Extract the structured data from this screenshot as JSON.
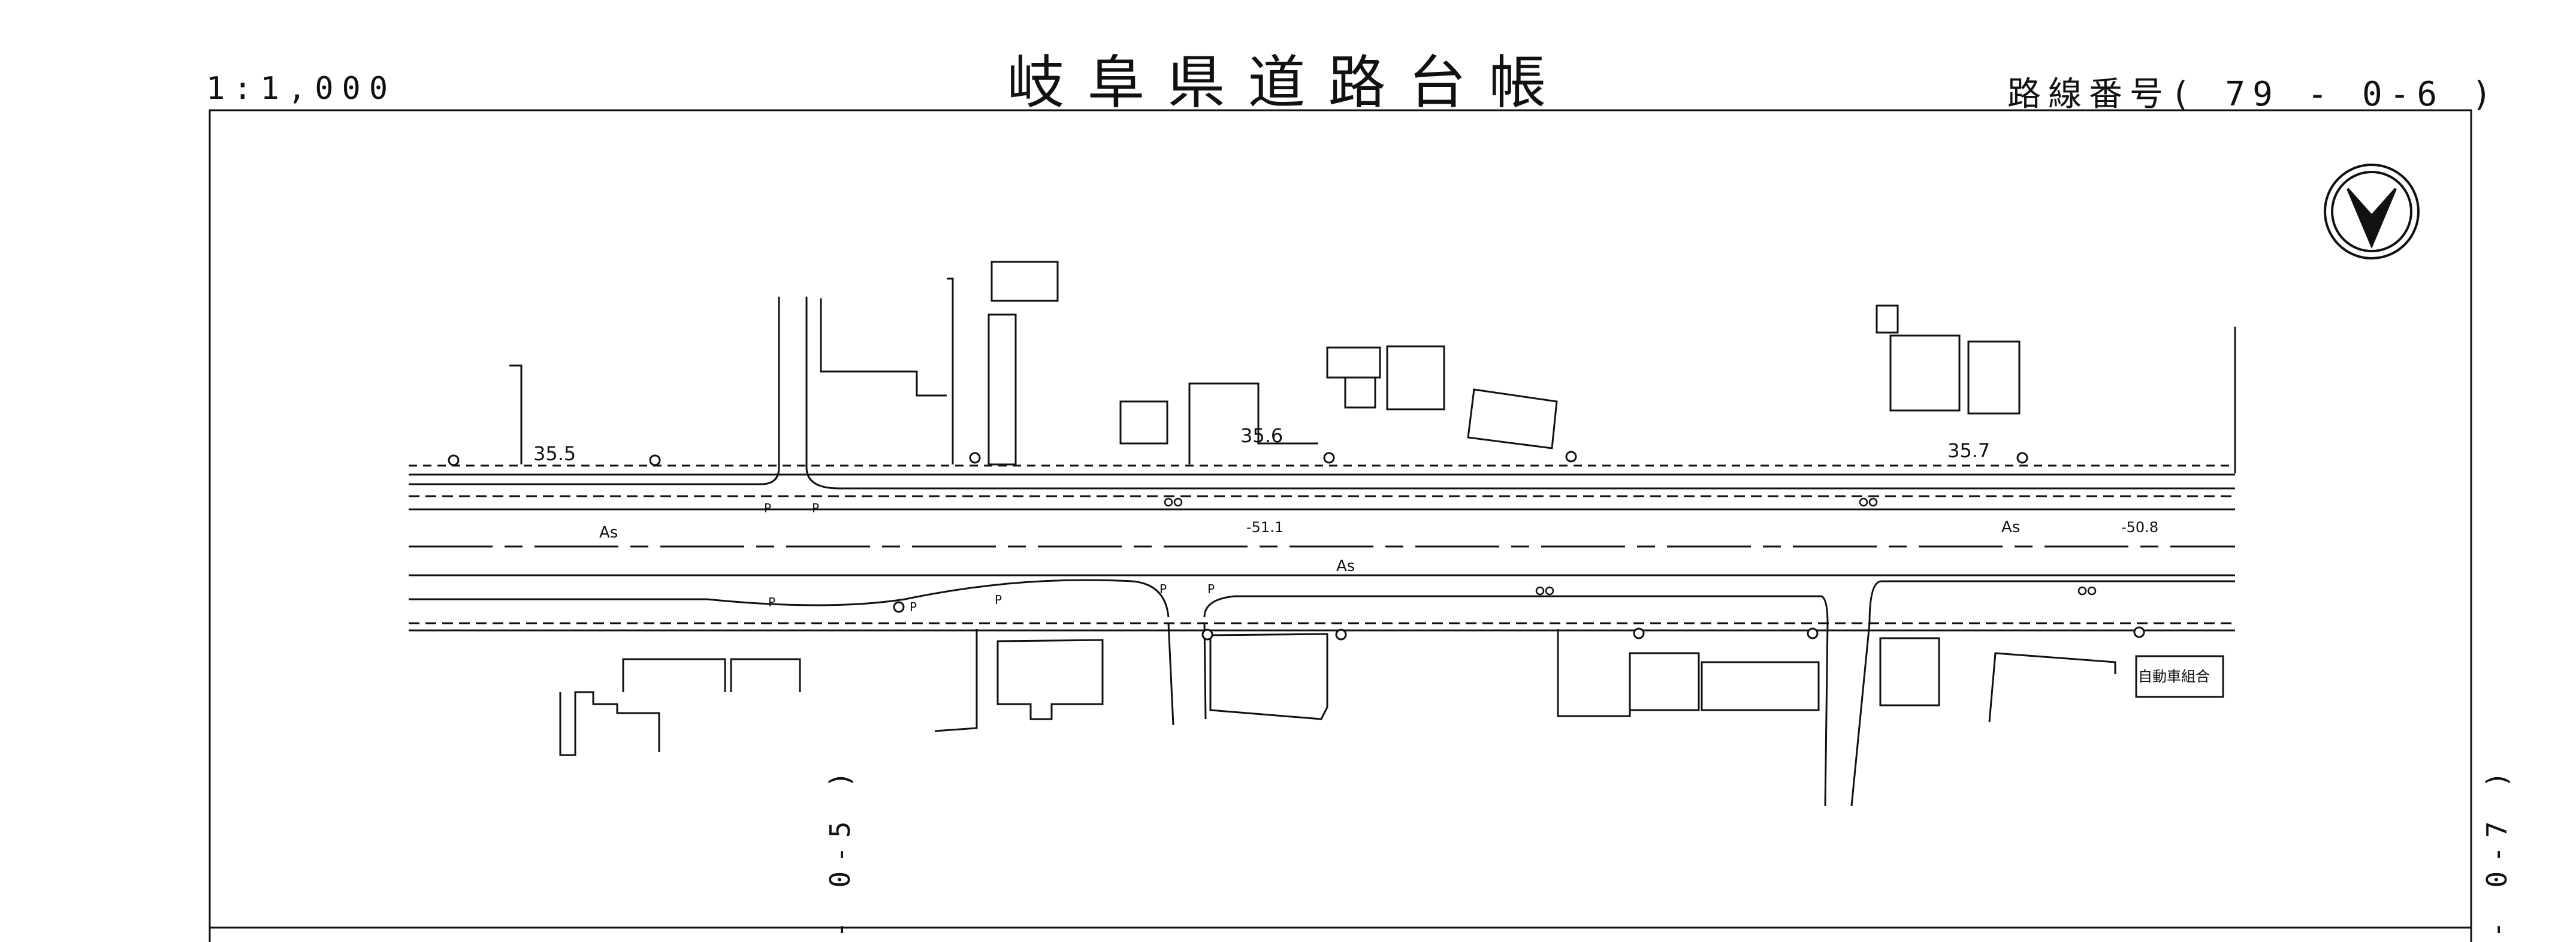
{
  "sheet": {
    "title": "岐阜県道路台帳",
    "scale": "1:1,000",
    "route_number": "路線番号( 79 - 0-6 )",
    "left_adjacent": "- 0-5 )",
    "right_adjacent": "- 0-7 )"
  },
  "plan": {
    "elevations": [
      "35.5",
      "35.6",
      "35.7"
    ],
    "surface_labels": [
      "As",
      "As",
      "As"
    ],
    "stations": [
      "-51.1",
      "-50.8"
    ],
    "pole_marks": [
      "P",
      "P",
      "P",
      "P",
      "P",
      "P",
      "P"
    ],
    "building_label": "自動車組合",
    "markers": {
      "north_arrow": "north-arrow-icon",
      "bicycle": "bicycle-icon"
    }
  }
}
